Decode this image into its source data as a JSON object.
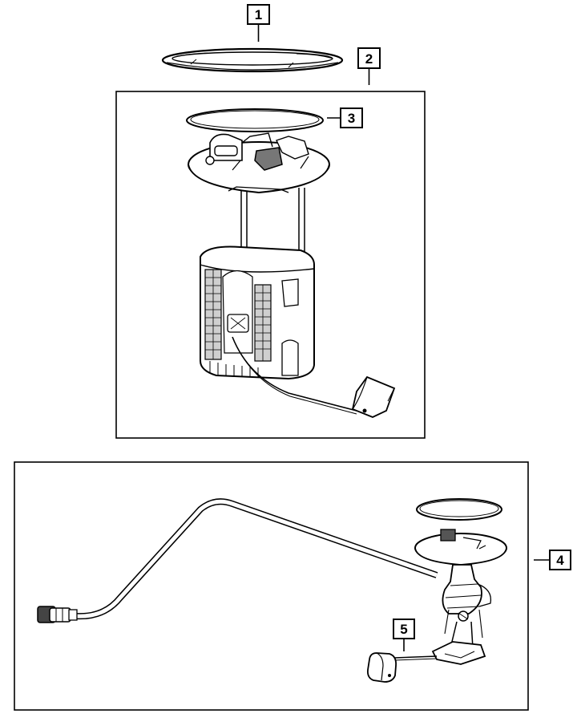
{
  "callouts": [
    {
      "id": "1",
      "label": "1"
    },
    {
      "id": "2",
      "label": "2"
    },
    {
      "id": "3",
      "label": "3"
    },
    {
      "id": "4",
      "label": "4"
    },
    {
      "id": "5",
      "label": "5"
    }
  ],
  "colors": {
    "line": "#000000",
    "background": "#ffffff",
    "shade": "#bdbdbd",
    "light_shade": "#e6e6e6"
  }
}
